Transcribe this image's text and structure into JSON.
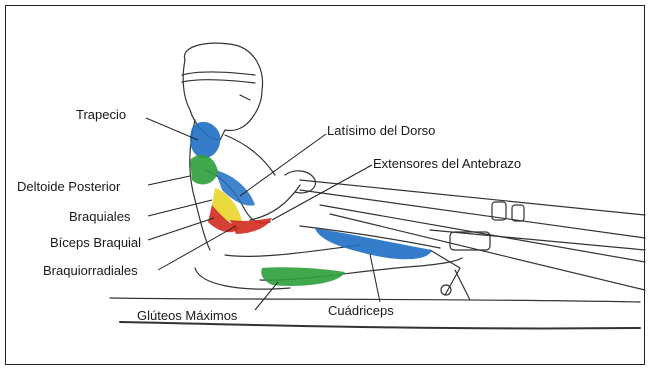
{
  "labels": {
    "trapecio": "Trapecio",
    "deltoide": "Deltoide Posterior",
    "braquiales": "Braquiales",
    "biceps": "Bíceps Braquial",
    "braquiorradiales": "Braquiorradiales",
    "gluteos": "Glúteos Máximos",
    "latisimo": "Latísimo del Dorso",
    "extensores": "Extensores del Antebrazo",
    "cuadriceps": "Cuádriceps"
  },
  "colors": {
    "trapecio": "#1f6fc4",
    "latisimo": "#1f6fc4",
    "cuadriceps": "#1f6fc4",
    "deltoide": "#2e9e3a",
    "gluteos": "#2e9e3a",
    "braquiales": "#e8d62a",
    "biceps": "#d22a1e",
    "braquiorradiales": "#d22a1e"
  }
}
